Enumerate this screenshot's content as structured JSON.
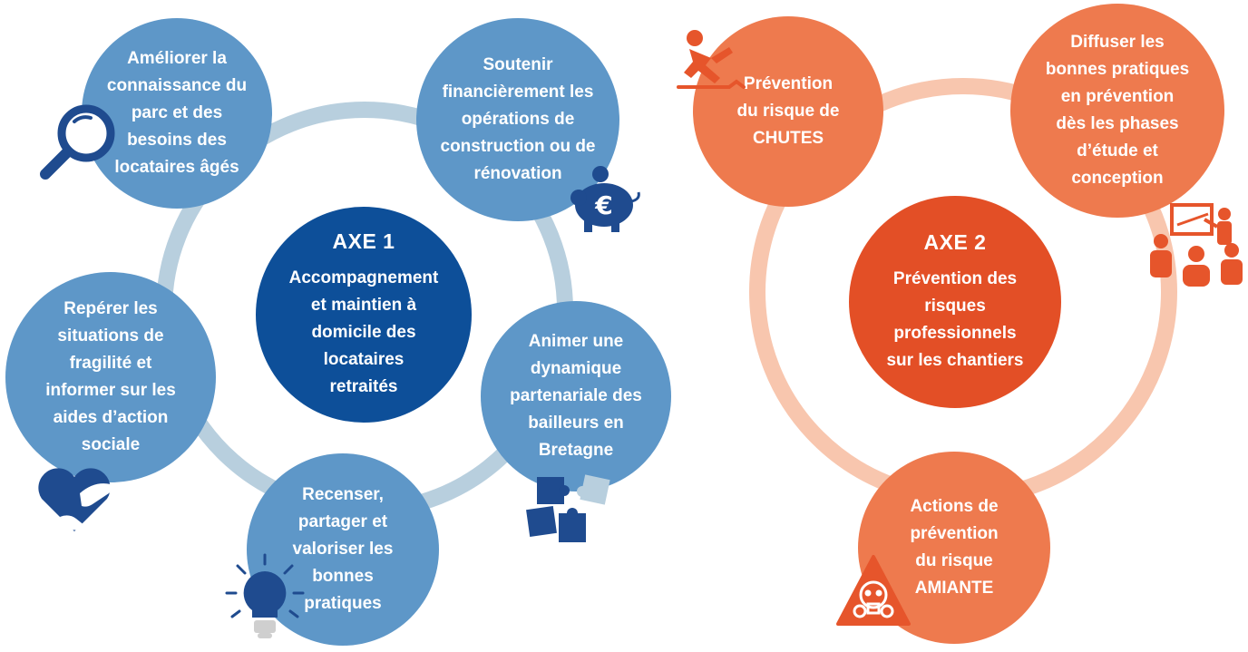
{
  "colors": {
    "axe1_node": "#5e97c8",
    "axe1_center": "#0d4f99",
    "axe1_ring": "#b8cfde",
    "axe1_icon": "#1f4b8f",
    "axe2_node": "#ee7a4e",
    "axe2_center": "#e34f26",
    "axe2_ring": "#f8c6ae",
    "axe2_icon": "#e6552b"
  },
  "axe1": {
    "title": "AXE 1",
    "subtitle": "Accompagnement\net maintien à\ndomicile des\nlocataires\nretraités",
    "nodes": [
      {
        "label": "Améliorer la\nconnaissance du\nparc et des\nbesoins des\nlocataires âgés",
        "icon": "magnifier-icon"
      },
      {
        "label": "Soutenir\nfinancièrement les\nopérations de\nconstruction ou de\nrénovation",
        "icon": "piggy-bank-euro-icon"
      },
      {
        "label": "Animer une\ndynamique\npartenariale des\nbailleurs en\nBretagne",
        "icon": "puzzle-icon"
      },
      {
        "label": "Recenser,\npartager et\nvaloriser les\nbonnes\npratiques",
        "icon": "lightbulb-icon"
      },
      {
        "label": "Repérer les\nsituations de\nfragilité et\ninformer sur les\naides d’action\nsociale",
        "icon": "heart-hands-icon"
      }
    ]
  },
  "axe2": {
    "title": "AXE 2",
    "subtitle": "Prévention des\nrisques\nprofessionnels\nsur les chantiers",
    "nodes": [
      {
        "label": "Prévention\ndu risque de\nCHUTES",
        "icon": "falling-person-icon"
      },
      {
        "label": "Diffuser les\nbonnes pratiques\nen prévention\ndès les phases\nd’étude et\nconception",
        "icon": "presentation-meeting-icon"
      },
      {
        "label": "Actions de\nprévention\ndu risque\nAMIANTE",
        "icon": "asbestos-warning-icon"
      }
    ]
  }
}
